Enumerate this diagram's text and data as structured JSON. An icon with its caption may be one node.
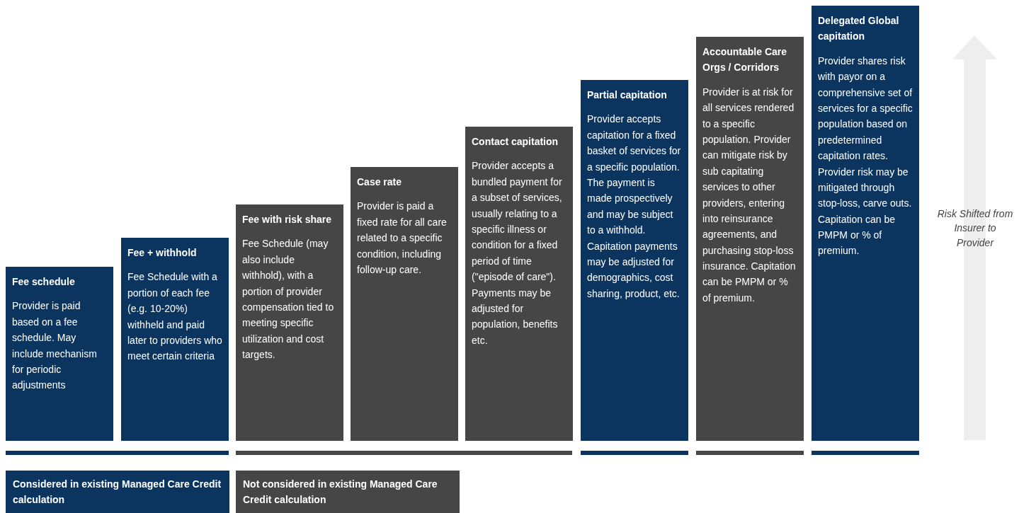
{
  "diagram": {
    "nodes": [
      {
        "text": [
          "Fee schedule",
          "Provider is paid based on a fee schedule. May include mechanism for periodic adjustments"
        ]
      },
      {
        "text": [
          "Fee + withhold",
          "Fee Schedule with a portion of each fee (e.g. 10-20%) withheld and paid later to providers who meet certain criteria"
        ]
      },
      {
        "text": [
          "Fee with risk share",
          "Fee Schedule (may also include withhold), with a portion of provider compensation tied to meeting specific utilization and cost targets."
        ]
      },
      {
        "text": [
          "Case rate",
          "Provider is paid a fixed rate for all care related to a specific condition, including follow-up care."
        ]
      },
      {
        "text": [
          "Contact capitation",
          "Provider accepts a bundled payment for a subset of services, usually relating to a specific illness or condition for a fixed period of time (\"episode of care\"). Payments may be adjusted for population, benefits etc."
        ]
      },
      {
        "text": [
          "Partial capitation",
          "Provider accepts capitation for a fixed basket of services for a specific population. The payment is made prospectively and may be subject to a withhold. Capitation payments may be adjusted for demographics, cost sharing, product, etc."
        ]
      },
      {
        "text": [
          "Accountable Care Orgs / Corridors",
          "Provider is at risk for all services rendered to a specific population. Provider can mitigate risk by sub capitating services to other providers, entering into reinsurance agreements, and purchasing stop-loss insurance. Capitation can be PMPM or % of premium."
        ]
      },
      {
        "text": [
          "Delegated Global capitation",
          "Provider shares risk with payor on a comprehensive set of services for a specific population based on predetermined capitation rates. Provider risk may be mitigated through stop-loss, carve outs. Capitation can be PMPM or % of premium."
        ]
      },
      {
        "text": [
          "Considered in existing Managed Care Credit calculation"
        ]
      },
      {
        "text": [
          "Not considered in existing Managed Care Credit calculation"
        ]
      }
    ],
    "labels": [
      "Risk Shifted from Insurer to Provider"
    ]
  }
}
